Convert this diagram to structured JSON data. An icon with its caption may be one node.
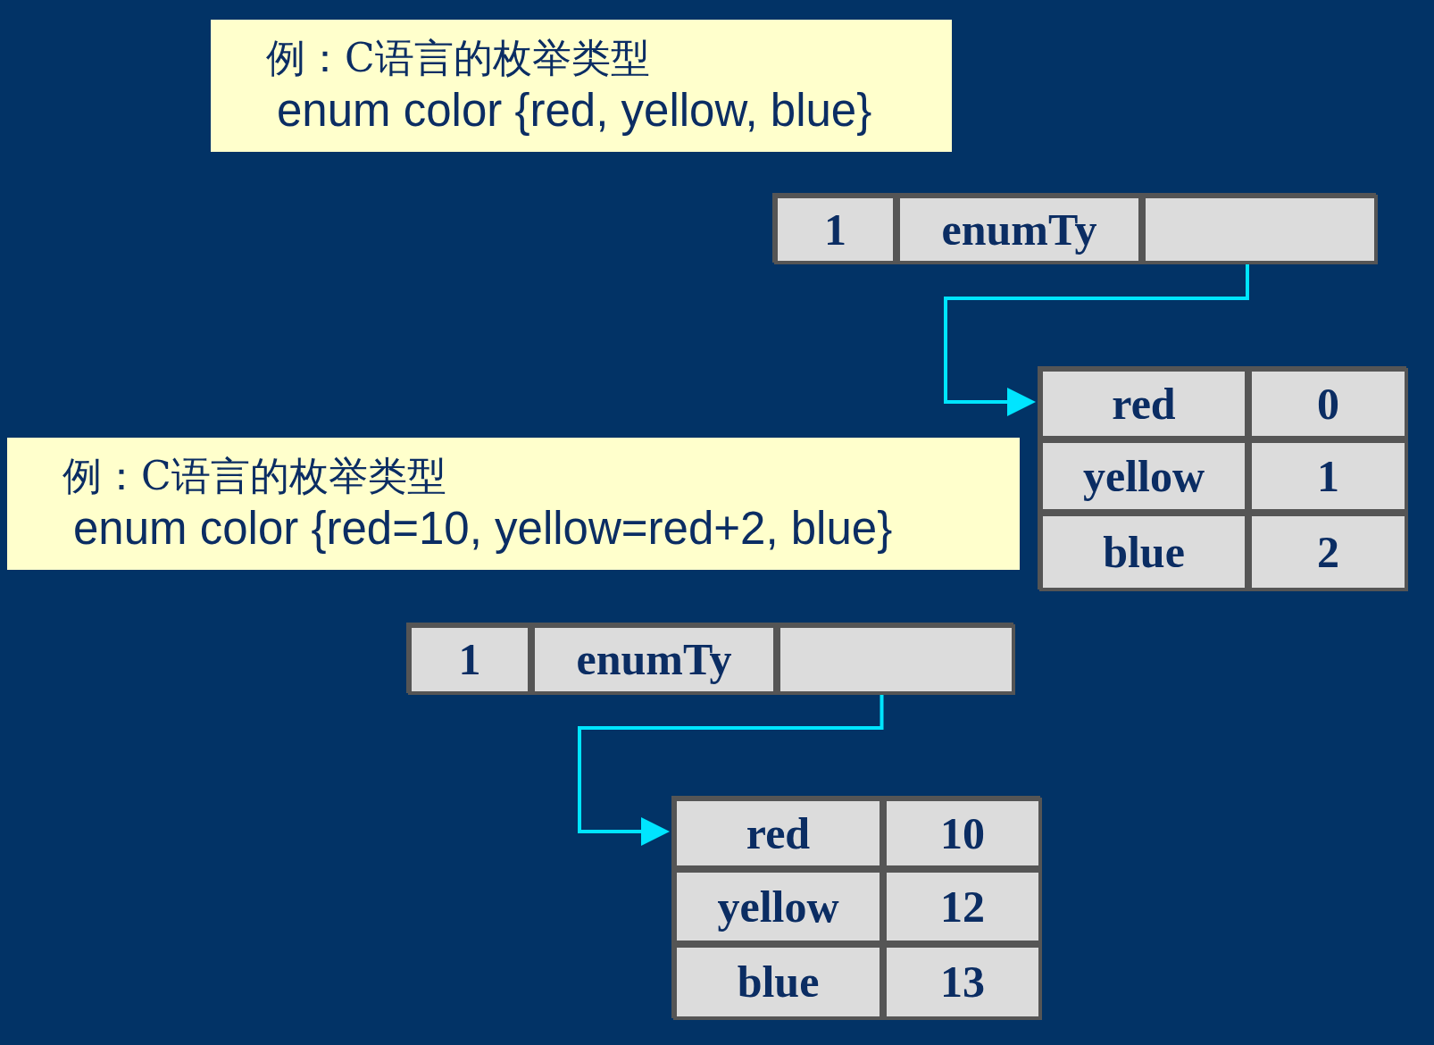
{
  "diagram": {
    "nodes": [
      {
        "text": [
          "例：C语言的枚举类型",
          "enum color {red, yellow, blue}"
        ]
      },
      {
        "text": [],
        "shape": "box"
      },
      {
        "text": [
          "1"
        ],
        "in": 1
      },
      {
        "text": [
          "enumTy"
        ],
        "in": 1
      },
      {
        "text": [],
        "shape": "box",
        "in": 1
      },
      {
        "text": [],
        "shape": "box"
      },
      {
        "text": [
          "red"
        ],
        "in": 5
      },
      {
        "text": [
          "0"
        ],
        "in": 5
      },
      {
        "text": [
          "yellow"
        ],
        "in": 5
      },
      {
        "text": [
          "1"
        ],
        "in": 5
      },
      {
        "text": [
          "blue"
        ],
        "in": 5
      },
      {
        "text": [
          "2"
        ],
        "in": 5
      },
      {
        "text": [
          "例：C语言的枚举类型",
          "enum color {red=10, yellow=red+2, blue}"
        ]
      },
      {
        "text": [],
        "shape": "box"
      },
      {
        "text": [
          "1"
        ],
        "in": 13
      },
      {
        "text": [
          "enumTy"
        ],
        "in": 13
      },
      {
        "text": [],
        "shape": "box",
        "in": 13
      },
      {
        "text": [],
        "shape": "box"
      },
      {
        "text": [
          "red"
        ],
        "in": 17
      },
      {
        "text": [
          "10"
        ],
        "in": 17
      },
      {
        "text": [
          "yellow"
        ],
        "in": 17
      },
      {
        "text": [
          "12"
        ],
        "in": 17
      },
      {
        "text": [
          "blue"
        ],
        "in": 17
      },
      {
        "text": [
          "13"
        ],
        "in": 17
      }
    ],
    "edges": [
      {
        "from": 4,
        "to": 5,
        "arrow": "to"
      },
      {
        "from": 16,
        "to": 17,
        "arrow": "to"
      }
    ]
  }
}
